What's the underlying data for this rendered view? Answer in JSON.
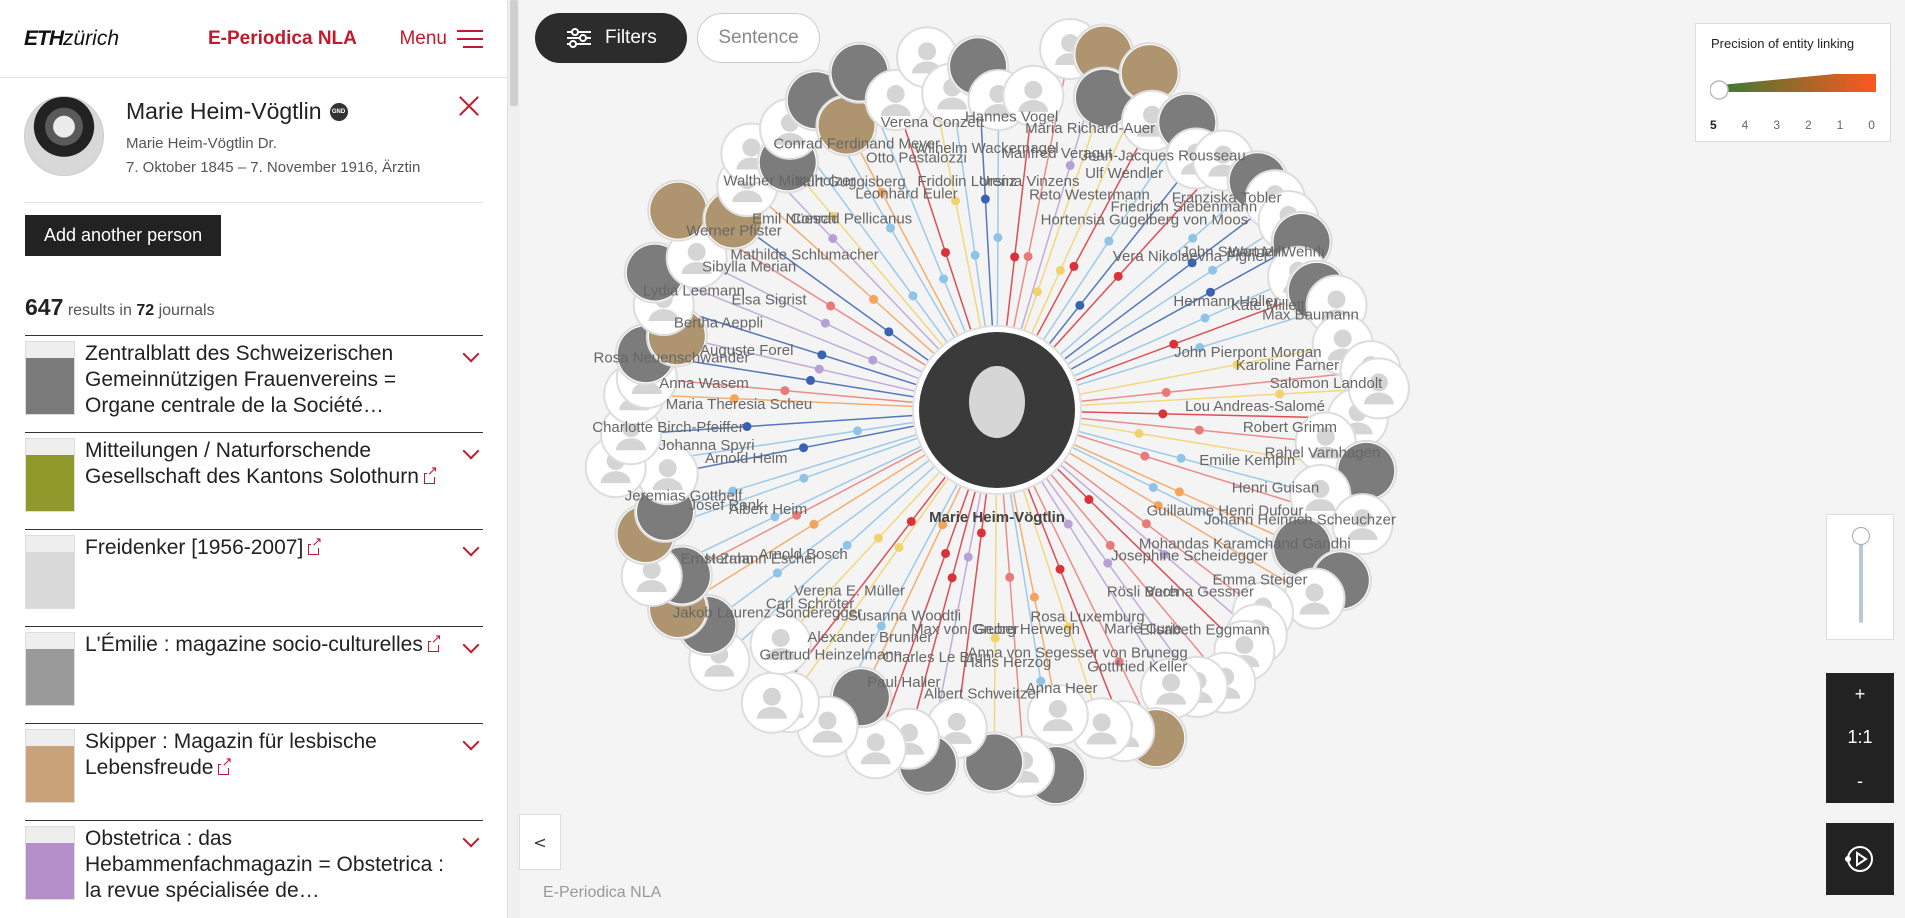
{
  "header": {
    "logo_bold": "ETH",
    "logo_light": "zürich",
    "brand": "E-Periodica NLA",
    "menu_label": "Menu"
  },
  "person": {
    "name": "Marie Heim-Vögtlin",
    "gnd_badge": "GND",
    "alt_name": "Marie Heim-Vögtlin Dr.",
    "dates": "7. Oktober 1845 – 7. November 1916, Ärztin"
  },
  "add_person_label": "Add another person",
  "results": {
    "count": "647",
    "text_results_in": "results in",
    "journals_count": "72",
    "text_journals": "journals"
  },
  "journals": [
    {
      "title": "Zentralblatt des Schweizerischen Gemeinnützigen Frauenvereins = Organe centrale de la Société…",
      "ext": false,
      "thumb_color": "#7a7a7a"
    },
    {
      "title": "Mitteilungen / Naturforschende Gesellschaft des Kantons Solothurn",
      "ext": true,
      "thumb_color": "#8f9a2a"
    },
    {
      "title": "Freidenker [1956-2007]",
      "ext": true,
      "thumb_color": "#d9d9d9"
    },
    {
      "title": "L'Émilie : magazine socio-culturelles",
      "ext": true,
      "thumb_color": "#9a9a9a"
    },
    {
      "title": "Skipper : Magazin für lesbische Lebensfreude",
      "ext": true,
      "thumb_color": "#c9a27a"
    },
    {
      "title": "Obstetrica : das Hebammenfachmagazin = Obstetrica : la revue spécialisée de…",
      "ext": false,
      "thumb_color": "#b58fc9"
    }
  ],
  "toolbar": {
    "filters_label": "Filters",
    "sentence_label": "Sentence",
    "collapse_label": "<"
  },
  "legend": {
    "title": "Precision of entity linking",
    "scale": [
      "5",
      "4",
      "3",
      "2",
      "1",
      "0"
    ],
    "gradient_start": "#2e7d32",
    "gradient_end": "#ff5722"
  },
  "zoom": {
    "plus": "+",
    "reset": "1:1",
    "minus": "-"
  },
  "footer": "E-Periodica NLA",
  "graph": {
    "center_label": "Marie Heim-Vögtlin",
    "edge_colors": [
      "#d9323a",
      "#3a62b4",
      "#f5a25a",
      "#8fc3e8",
      "#f2d36b",
      "#b7a0d8",
      "#e97a7a"
    ],
    "labels": [
      "Conrad Pellicanus",
      "Kurt Guggisberg",
      "Conrad Ferdinand Meyer",
      "Leonhard Euler",
      "Otto Pestalozzi",
      "Verena Conzett",
      "Fridolin Lorenz",
      "Wilhelm Wackernagel",
      "Hannes Vogel",
      "Ursina Vinzens",
      "Manfred Veragut",
      "Maria Richard-Auer",
      "Reto Westermann",
      "Ulf Wendler",
      "Jean-Jacques Rousseau",
      "Hortensia Gugelberg von Moos",
      "Friedrich Siebenmann",
      "Franziska Tobler",
      "Vera Nikolaevna Figner",
      "John Stuart Mill",
      "Werner Wehrli",
      "Hermann Haller",
      "Kate Millett",
      "Max Baumann",
      "John Pierpont Morgan",
      "Karoline Farner",
      "Salomon Landolt",
      "Lou Andreas-Salomé",
      "Robert Grimm",
      "Rahel Varnhagen",
      "Emilie Kempin",
      "Henri Guisan",
      "Johann Heinrich Scheuchzer",
      "Guillaume Henri Dufour",
      "Mohandas Karamchand Gandhi",
      "Emma Steiger",
      "Josephine Scheidegger",
      "Verena Gessner",
      "Elisabeth Eggmann",
      "Rösli Bach",
      "Marie Curie",
      "Gottfried Keller",
      "Rosa Luxemburg",
      "Anna von Segesser von Brunegg",
      "Anna Heer",
      "Georg Herwegh",
      "Hans Herzog",
      "Albert Schweitzer",
      "Max von Gruber",
      "Charles Le Brun",
      "Paul Haller",
      "Susanna Woodtli",
      "Alexander Brunner",
      "Gertrud Heinzelmann",
      "Verena E. Müller",
      "Carl Schröter",
      "Jakob Laurenz Sonderegger",
      "Arnold Bosch",
      "Hermann Escher",
      "Ernst Zahn",
      "Albert Heim",
      "Josef Rank",
      "Jeremias Gotthelf",
      "Arnold Heim",
      "Johanna Spyri",
      "Charlotte Birch-Pfeiffer",
      "Maria Theresia Scheu",
      "Anna Wasem",
      "Rosa Neuenschwander",
      "Auguste Forel",
      "Bertha Aeppli",
      "Lydia Leemann",
      "Elsa Sigrist",
      "Sibylla Merian",
      "Werner Pfister",
      "Mathilde Schlumacher",
      "Emil Nüesch",
      "Walther Mittelholzer"
    ]
  }
}
